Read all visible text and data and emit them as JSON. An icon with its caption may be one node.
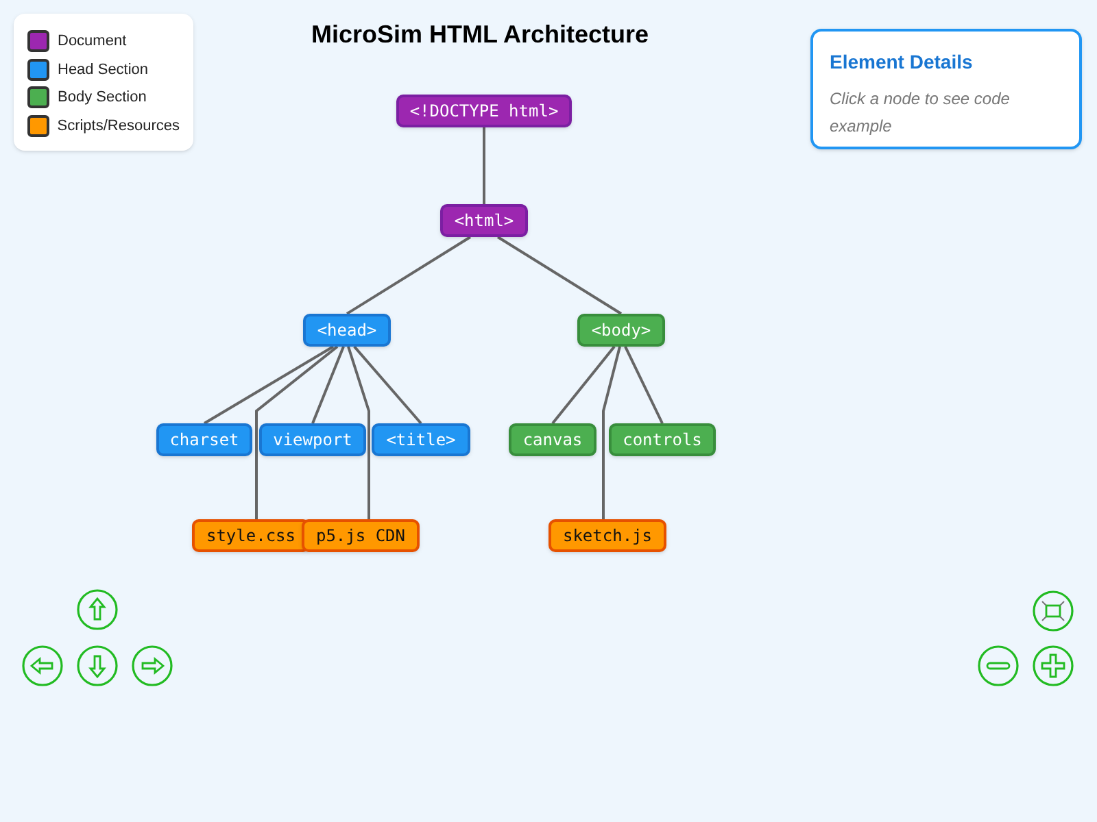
{
  "diagram": {
    "title": "MicroSim HTML Architecture",
    "nodes": [
      {
        "text": [
          "<!DOCTYPE html>"
        ]
      },
      {
        "text": [
          "<html>"
        ]
      },
      {
        "text": [
          "<head>"
        ]
      },
      {
        "text": [
          "<body>"
        ]
      },
      {
        "text": [
          "charset"
        ]
      },
      {
        "text": [
          "viewport"
        ]
      },
      {
        "text": [
          "<title>"
        ]
      },
      {
        "text": [
          "canvas"
        ]
      },
      {
        "text": [
          "controls"
        ]
      },
      {
        "text": [
          "style.css"
        ]
      },
      {
        "text": [
          "p5.js CDN"
        ]
      },
      {
        "text": [
          "sketch.js"
        ]
      },
      {
        "text": [
          "Element Details",
          "Click a node to see code example"
        ]
      }
    ],
    "edges": [
      {
        "from": 0,
        "to": 1,
        "arrow": "none"
      },
      {
        "from": 1,
        "to": 2,
        "arrow": "none"
      },
      {
        "from": 1,
        "to": 3,
        "arrow": "none"
      },
      {
        "from": 2,
        "to": 4,
        "arrow": "none"
      },
      {
        "from": 2,
        "to": 5,
        "arrow": "none"
      },
      {
        "from": 2,
        "to": 6,
        "arrow": "none"
      },
      {
        "from": 2,
        "to": 9,
        "arrow": "none"
      },
      {
        "from": 2,
        "to": 10,
        "arrow": "none"
      },
      {
        "from": 3,
        "to": 7,
        "arrow": "none"
      },
      {
        "from": 3,
        "to": 8,
        "arrow": "none"
      },
      {
        "from": 3,
        "to": 11,
        "arrow": "none"
      }
    ],
    "legend": [
      {
        "text": "Document",
        "color": "#9c27b0"
      },
      {
        "text": "Head Section",
        "color": "#2196f3"
      },
      {
        "text": "Body Section",
        "color": "#4caf50"
      },
      {
        "text": "Scripts/Resources",
        "color": "#ff9800"
      }
    ]
  }
}
